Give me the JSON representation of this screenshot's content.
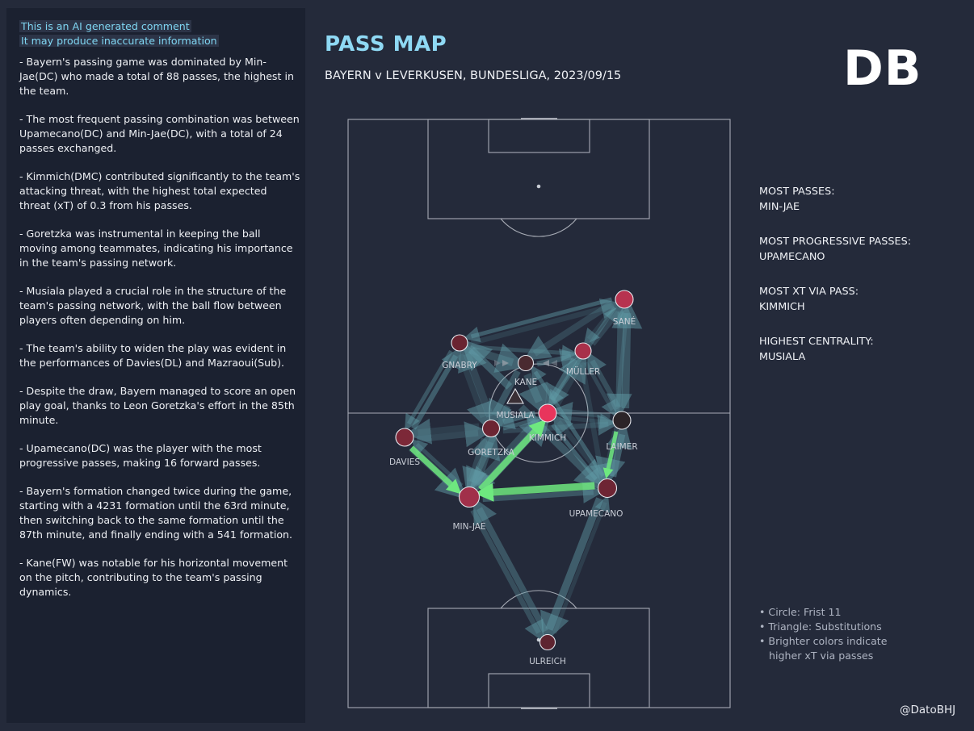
{
  "disclaimer": {
    "line1": "This is an AI generated comment",
    "line2": "It may produce inaccurate information"
  },
  "comments": [
    "- Bayern's passing game was dominated by Min-Jae(DC) who made a total of 88 passes, the highest in the team.",
    "- The most frequent passing combination was between Upamecano(DC) and Min-Jae(DC), with a total of 24 passes exchanged.",
    "- Kimmich(DMC) contributed significantly to the team's attacking threat, with the highest total expected threat (xT) of 0.3 from his passes.",
    "- Goretzka was instrumental in keeping the ball moving among teammates, indicating his importance in the team's passing network.",
    "- Musiala played a crucial role in the structure of the team's passing network, with the ball flow between players often depending on him.",
    "- The team's ability to widen the play was evident in the performances of Davies(DL) and Mazraoui(Sub).",
    "- Despite the draw, Bayern managed to score an open play goal, thanks to Leon Goretzka's effort in the 85th minute.",
    "- Upamecano(DC) was the player with the most progressive passes, making 16 forward passes.",
    "- Bayern's formation changed twice during the game, starting with a 4231 formation until the 63rd minute, then switching back to the same formation until the 87th minute, and finally ending with a 541 formation.",
    "- Kane(FW) was notable for his horizontal movement on the pitch, contributing to the team's passing dynamics."
  ],
  "header": {
    "title": "PASS MAP",
    "subtitle": "BAYERN v LEVERKUSEN, BUNDESLIGA, 2023/09/15",
    "logo": "DB"
  },
  "stats": [
    {
      "label": "MOST PASSES:",
      "value": "MIN-JAE"
    },
    {
      "label": "MOST PROGRESSIVE PASSES:",
      "value": "UPAMECANO"
    },
    {
      "label": "MOST XT VIA PASS:",
      "value": "KIMMICH"
    },
    {
      "label": "HIGHEST CENTRALITY:",
      "value": "MUSIALA"
    }
  ],
  "legend": {
    "line1": "• Circle: Frist 11",
    "line2": "• Triangle: Substitutions",
    "line3": "• Brighter colors indicate",
    "line4": "higher xT via passes"
  },
  "credit": "@DatoBHJ",
  "colors": {
    "background": "#242a3a",
    "panel": "#1b2130",
    "accent": "#8fd9f4",
    "pass_line": "#5f9aa6",
    "pass_highlight": "#6ee87f",
    "pitch_line": "#c8ccd4"
  },
  "players": [
    {
      "name": "SANÉ",
      "shape": "circle",
      "color": "#b7334f"
    },
    {
      "name": "GNABRY",
      "shape": "circle",
      "color": "#6a2431"
    },
    {
      "name": "KANE",
      "shape": "circle",
      "color": "#4a2a30"
    },
    {
      "name": "MÜLLER",
      "shape": "circle",
      "color": "#a8304a"
    },
    {
      "name": "MUSIALA",
      "shape": "triangle",
      "color": "#3a2f35"
    },
    {
      "name": "KIMMICH",
      "shape": "circle",
      "color": "#e8355c"
    },
    {
      "name": "GORETZKA",
      "shape": "circle",
      "color": "#6c2533"
    },
    {
      "name": "LAIMER",
      "shape": "circle",
      "color": "#2c2428"
    },
    {
      "name": "DAVIES",
      "shape": "circle",
      "color": "#7c2838"
    },
    {
      "name": "MIN-JAE",
      "shape": "circle",
      "color": "#a1304a"
    },
    {
      "name": "UPAMECANO",
      "shape": "circle",
      "color": "#6e2534"
    },
    {
      "name": "ULREICH",
      "shape": "circle",
      "color": "#5e2430"
    }
  ]
}
